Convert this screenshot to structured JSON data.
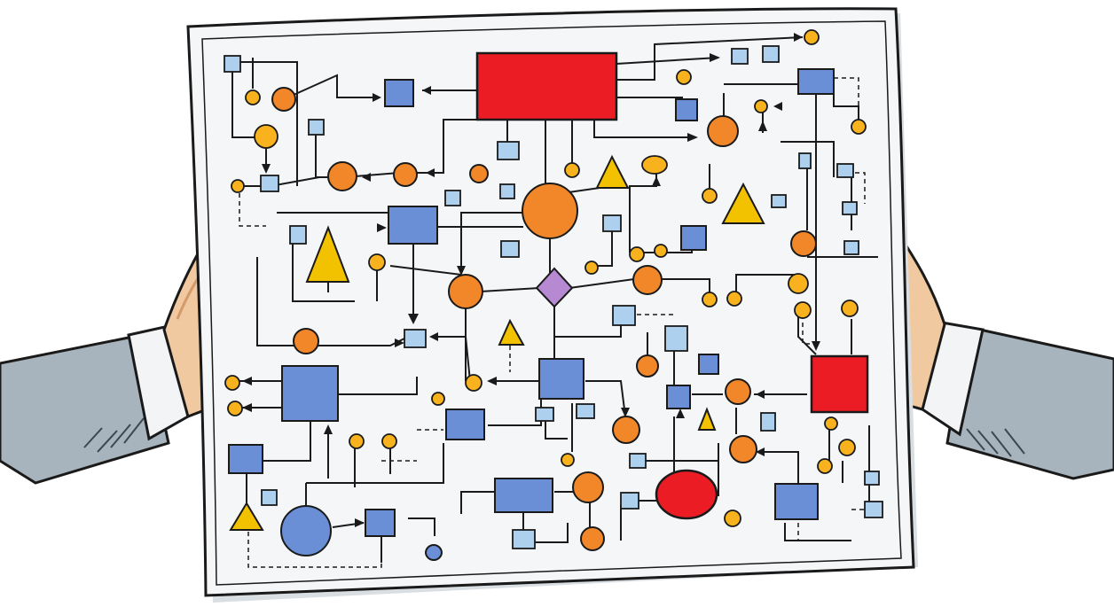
{
  "scene": {
    "subject": "hands-holding-flowchart-sheet",
    "text_content": []
  },
  "colors": {
    "paper": "#f4f6f7",
    "paper_shade": "#d9dee2",
    "ink": "#1a1a1a",
    "blue_fill": "#6a8fd6",
    "light_blue_fill": "#aed0ef",
    "orange_fill": "#f2872a",
    "yellow_fill": "#f2c100",
    "red_fill": "#ec1c24",
    "purple_fill": "#b889d3",
    "sleeve": "#a7b4bd",
    "sleeve_shadow": "#3a4650",
    "cuff": "#f2f4f5",
    "skin": "#f1c9a0",
    "skin_shadow": "#d49a6a"
  },
  "node_kinds": [
    "red-rectangle",
    "blue-square",
    "light-blue-square",
    "orange-circle",
    "yellow-triangle",
    "purple-diamond",
    "red-ellipse",
    "blue-circle"
  ]
}
